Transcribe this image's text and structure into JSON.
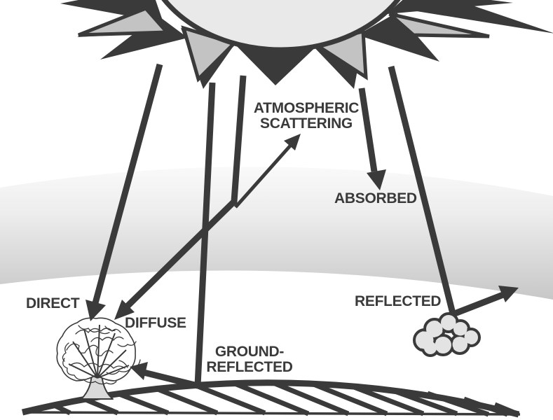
{
  "diagram": {
    "title": "Solar radiation paths diagram",
    "labels": {
      "atmospheric_scattering": "ATMOSPHERIC\nSCATTERING",
      "absorbed": "ABSORBED",
      "direct": "DIRECT",
      "diffuse": "DIFFUSE",
      "ground_reflected": "GROUND-\nREFLECTED",
      "reflected": "REFLECTED"
    },
    "elements": [
      "sun",
      "atmosphere-band",
      "direct-ray",
      "diffuse-ray",
      "atmospheric-scattering-ray",
      "absorbed-ray",
      "cloud-reflected-ray",
      "ground-reflected-ray",
      "tree",
      "cloud",
      "hatched-ground"
    ],
    "colors": {
      "ink": "#3a3a3a",
      "background": "#ffffff",
      "sun_disk": "#e9e9e9",
      "sun_gray_ray": "#c3c3c3",
      "atmosphere_band_bottom": "#c6c6c6",
      "cloud_fill": "#e3e3e3",
      "tree_trunk": "#d9d9d9"
    }
  }
}
